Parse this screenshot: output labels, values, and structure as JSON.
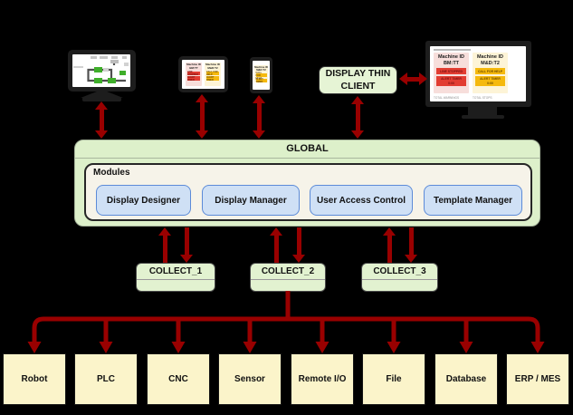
{
  "colors": {
    "background": "#000000",
    "arrow": "#990000",
    "node_green": "#e2f2d0",
    "module_blue": "#cfe0f5",
    "source_yellow": "#fbf4ca",
    "alert_red": "#e23d32",
    "alert_amber": "#f5b90d"
  },
  "thin_client": {
    "label": "DISPLAY THIN CLIENT"
  },
  "global": {
    "title": "GLOBAL",
    "modules_label": "Modules",
    "modules": [
      {
        "label": "Display Designer"
      },
      {
        "label": "Display Manager"
      },
      {
        "label": "User Access Control"
      },
      {
        "label": "Template Manager"
      }
    ]
  },
  "collectors": [
    {
      "label": "COLLECT_1"
    },
    {
      "label": "COLLECT_2"
    },
    {
      "label": "COLLECT_3"
    }
  ],
  "sources": [
    {
      "label": "Robot"
    },
    {
      "label": "PLC"
    },
    {
      "label": "CNC"
    },
    {
      "label": "Sensor"
    },
    {
      "label": "Remote I/O"
    },
    {
      "label": "File"
    },
    {
      "label": "Database"
    },
    {
      "label": "ERP / MES"
    }
  ],
  "andon": {
    "cards": [
      {
        "title_line1": "Machine ID",
        "title_line2": "BM:TT",
        "status": "LINE STOPPED",
        "timer_label": "ALERT TIMER",
        "timer_value": "0:00",
        "footer": "TOTAL WARNINGS"
      },
      {
        "title_line1": "Machine ID",
        "title_line2": "M&D:T2",
        "status": "CALL FOR HELP",
        "timer_label": "ALERT TIMER",
        "timer_value": "0:00",
        "footer": "TOTAL STOPS"
      }
    ]
  }
}
